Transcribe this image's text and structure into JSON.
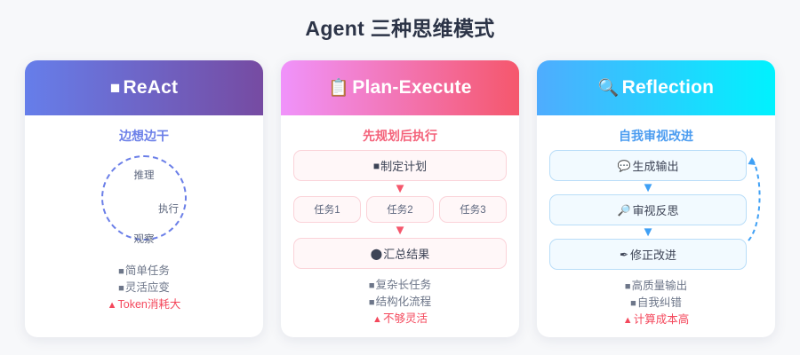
{
  "page": {
    "title": "Agent 三种思维模式",
    "background_color": "#f7f8fa",
    "title_color": "#2c3447"
  },
  "cards": [
    {
      "id": "react",
      "header_title": "ReAct",
      "header_icon": "rounded-square-icon",
      "header_icon_glyph": "■",
      "header_gradient_from": "#667eea",
      "header_gradient_to": "#764ba2",
      "subtitle": "边想边干",
      "subtitle_color": "#6b7fe8",
      "diagram_type": "loop-circle",
      "loop_labels": [
        "推理",
        "执行",
        "观察"
      ],
      "bullets": [
        {
          "icon": "check-square-icon",
          "glyph": "■",
          "text": "简单任务",
          "warning": false
        },
        {
          "icon": "check-square-icon",
          "glyph": "■",
          "text": "灵活应变",
          "warning": false
        },
        {
          "icon": "warning-triangle-icon",
          "glyph": "▲",
          "text": "Token消耗大",
          "warning": true
        }
      ]
    },
    {
      "id": "plan-execute",
      "header_title": "Plan-Execute",
      "header_icon": "clipboard-icon",
      "header_icon_glyph": "📋",
      "header_gradient_from": "#f093fb",
      "header_gradient_to": "#f5576c",
      "subtitle": "先规划后执行",
      "subtitle_color": "#f4627a",
      "diagram_type": "flow",
      "flow": {
        "top_box": {
          "icon": "note-icon",
          "glyph": "■",
          "text": "制定计划"
        },
        "tasks": [
          "任务1",
          "任务2",
          "任务3"
        ],
        "bottom_box": {
          "icon": "bundle-icon",
          "glyph": "⬤",
          "text": "汇总结果"
        },
        "arrow_glyph": "▼",
        "arrow_color": "#f5576c"
      },
      "bullets": [
        {
          "icon": "check-square-icon",
          "glyph": "■",
          "text": "复杂长任务",
          "warning": false
        },
        {
          "icon": "check-square-icon",
          "glyph": "■",
          "text": "结构化流程",
          "warning": false
        },
        {
          "icon": "warning-triangle-icon",
          "glyph": "▲",
          "text": "不够灵活",
          "warning": true
        }
      ]
    },
    {
      "id": "reflection",
      "header_title": "Reflection",
      "header_icon": "magnifier-icon",
      "header_icon_glyph": "🔍",
      "header_gradient_from": "#4facfe",
      "header_gradient_to": "#00f2fe",
      "subtitle": "自我审视改进",
      "subtitle_color": "#4b9cf0",
      "diagram_type": "steps",
      "steps": [
        {
          "icon": "speech-bubble-icon",
          "glyph": "💬",
          "text": "生成输出"
        },
        {
          "icon": "magnifier-icon",
          "glyph": "🔎",
          "text": "审视反思"
        },
        {
          "icon": "pencil-icon",
          "glyph": "✒",
          "text": "修正改进"
        }
      ],
      "arrow_glyph": "▼",
      "arrow_color": "#3fa0f5",
      "feedback_arrow": "dashed-loop-back-arrow",
      "bullets": [
        {
          "icon": "check-square-icon",
          "glyph": "■",
          "text": "高质量输出",
          "warning": false
        },
        {
          "icon": "check-square-icon",
          "glyph": "■",
          "text": "自我纠错",
          "warning": false
        },
        {
          "icon": "warning-triangle-icon",
          "glyph": "▲",
          "text": "计算成本高",
          "warning": true
        }
      ]
    }
  ]
}
